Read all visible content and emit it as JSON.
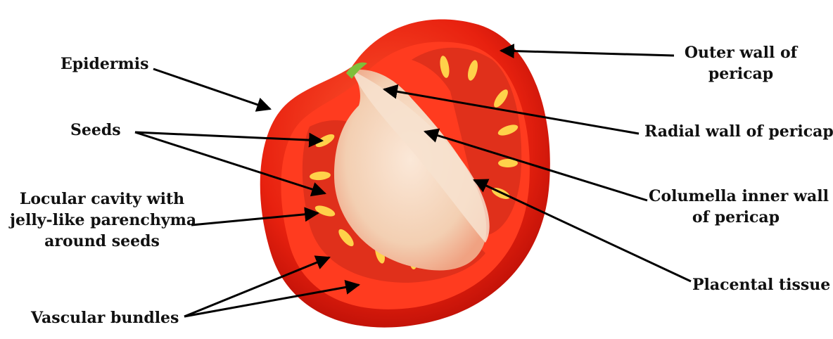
{
  "labels": {
    "epidermis": "Epidermis",
    "seeds": "Seeds",
    "locular_line1": "Locular cavity with",
    "locular_line2": "jelly-like parenchyma",
    "locular_line3": "around seeds",
    "vascular": "Vascular bundles",
    "outer_line1": "Outer wall of",
    "outer_line2": "pericap",
    "radial": "Radial wall of pericap",
    "columella_line1": "Columella inner wall",
    "columella_line2": "of pericap",
    "placental": "Placental tissue"
  },
  "colors": {
    "skin": "#e8210f",
    "skin_dark": "#c01008",
    "flesh": "#ff4a2a",
    "cavity": "#e83a22",
    "core": "#f6d9c2",
    "seed": "#ffd24a",
    "stem": "#7fbf3a",
    "arrow": "#000000"
  }
}
